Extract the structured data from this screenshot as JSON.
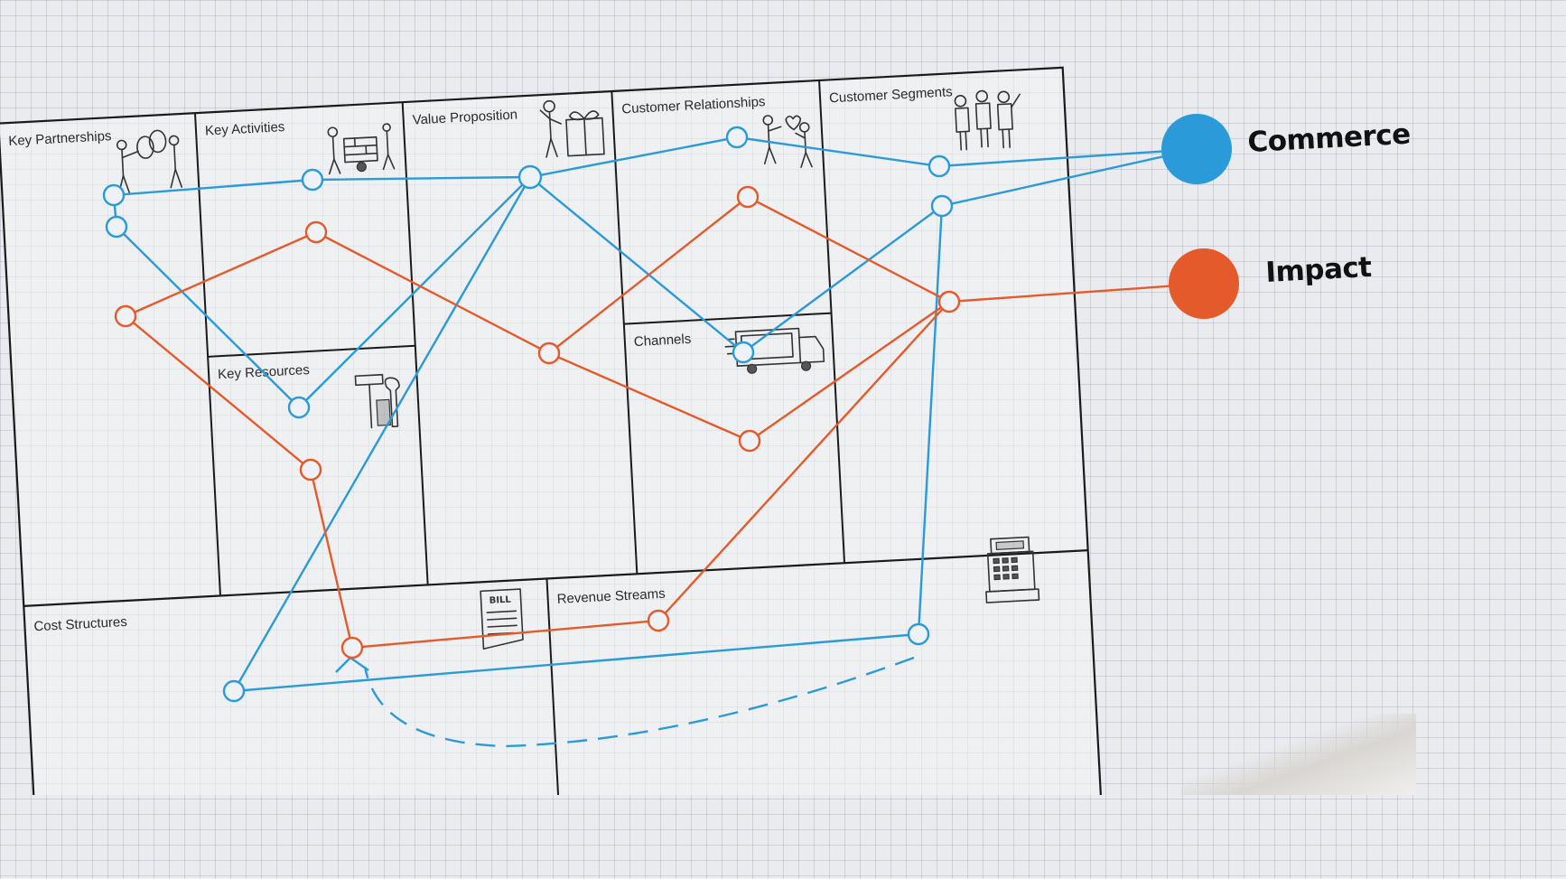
{
  "canvas": {
    "blocks": {
      "key_partnerships": "Key Partnerships",
      "key_activities": "Key Activities",
      "key_resources": "Key Resources",
      "value_proposition": "Value Proposition",
      "customer_relationships": "Customer Relationships",
      "channels": "Channels",
      "customer_segments": "Customer Segments",
      "cost_structures": "Cost Structures",
      "revenue_streams": "Revenue Streams"
    },
    "bill_label": "BILL"
  },
  "legend": {
    "commerce": {
      "label": "Commerce",
      "color": "#2a9ad8"
    },
    "impact": {
      "label": "Impact",
      "color": "#e55a2b"
    }
  },
  "icons": [
    "partnership-icon",
    "activities-icon",
    "gift-icon",
    "relationship-icon",
    "segments-icon",
    "tools-icon",
    "truck-icon",
    "bill-icon",
    "cash-register-icon"
  ]
}
